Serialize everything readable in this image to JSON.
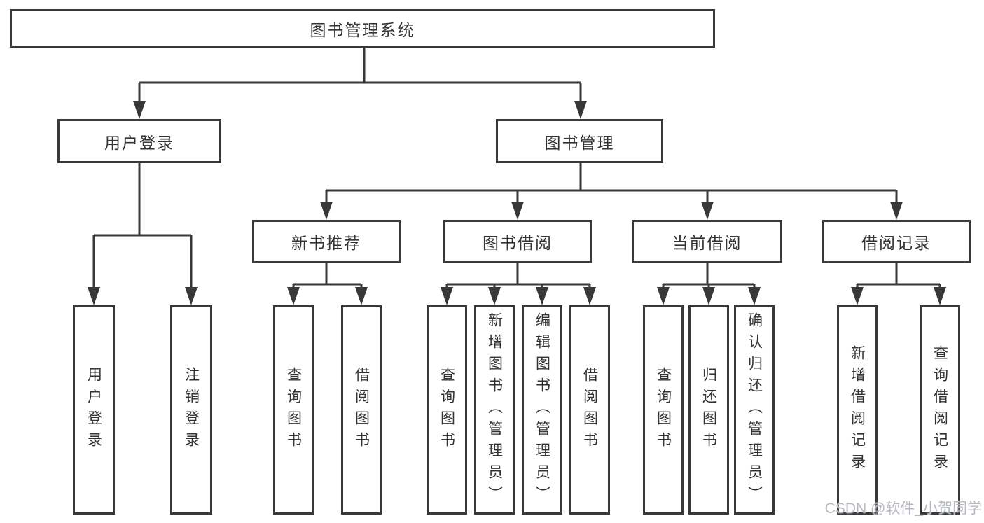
{
  "tree": {
    "label": "图书管理系统",
    "children": [
      {
        "label": "用户登录",
        "children": [
          {
            "label": "用户登录"
          },
          {
            "label": "注销登录"
          }
        ]
      },
      {
        "label": "图书管理",
        "children": [
          {
            "label": "新书推荐",
            "children": [
              {
                "label": "查询图书"
              },
              {
                "label": "借阅图书"
              }
            ]
          },
          {
            "label": "图书借阅",
            "children": [
              {
                "label": "查询图书"
              },
              {
                "label": "新增图书（管理员）"
              },
              {
                "label": "编辑图书（管理员）"
              },
              {
                "label": "借阅图书"
              }
            ]
          },
          {
            "label": "当前借阅",
            "children": [
              {
                "label": "查询图书"
              },
              {
                "label": "归还图书"
              },
              {
                "label": "确认归还（管理员）"
              }
            ]
          },
          {
            "label": "借阅记录",
            "children": [
              {
                "label": "新增借阅记录"
              },
              {
                "label": "查询借阅记录"
              }
            ]
          }
        ]
      }
    ]
  },
  "watermark": {
    "text": "CSDN @软件_小贺同学"
  },
  "colors": {
    "line": "#383838",
    "text": "#333333",
    "watermark": "#b6bac0",
    "background": "#ffffff"
  }
}
